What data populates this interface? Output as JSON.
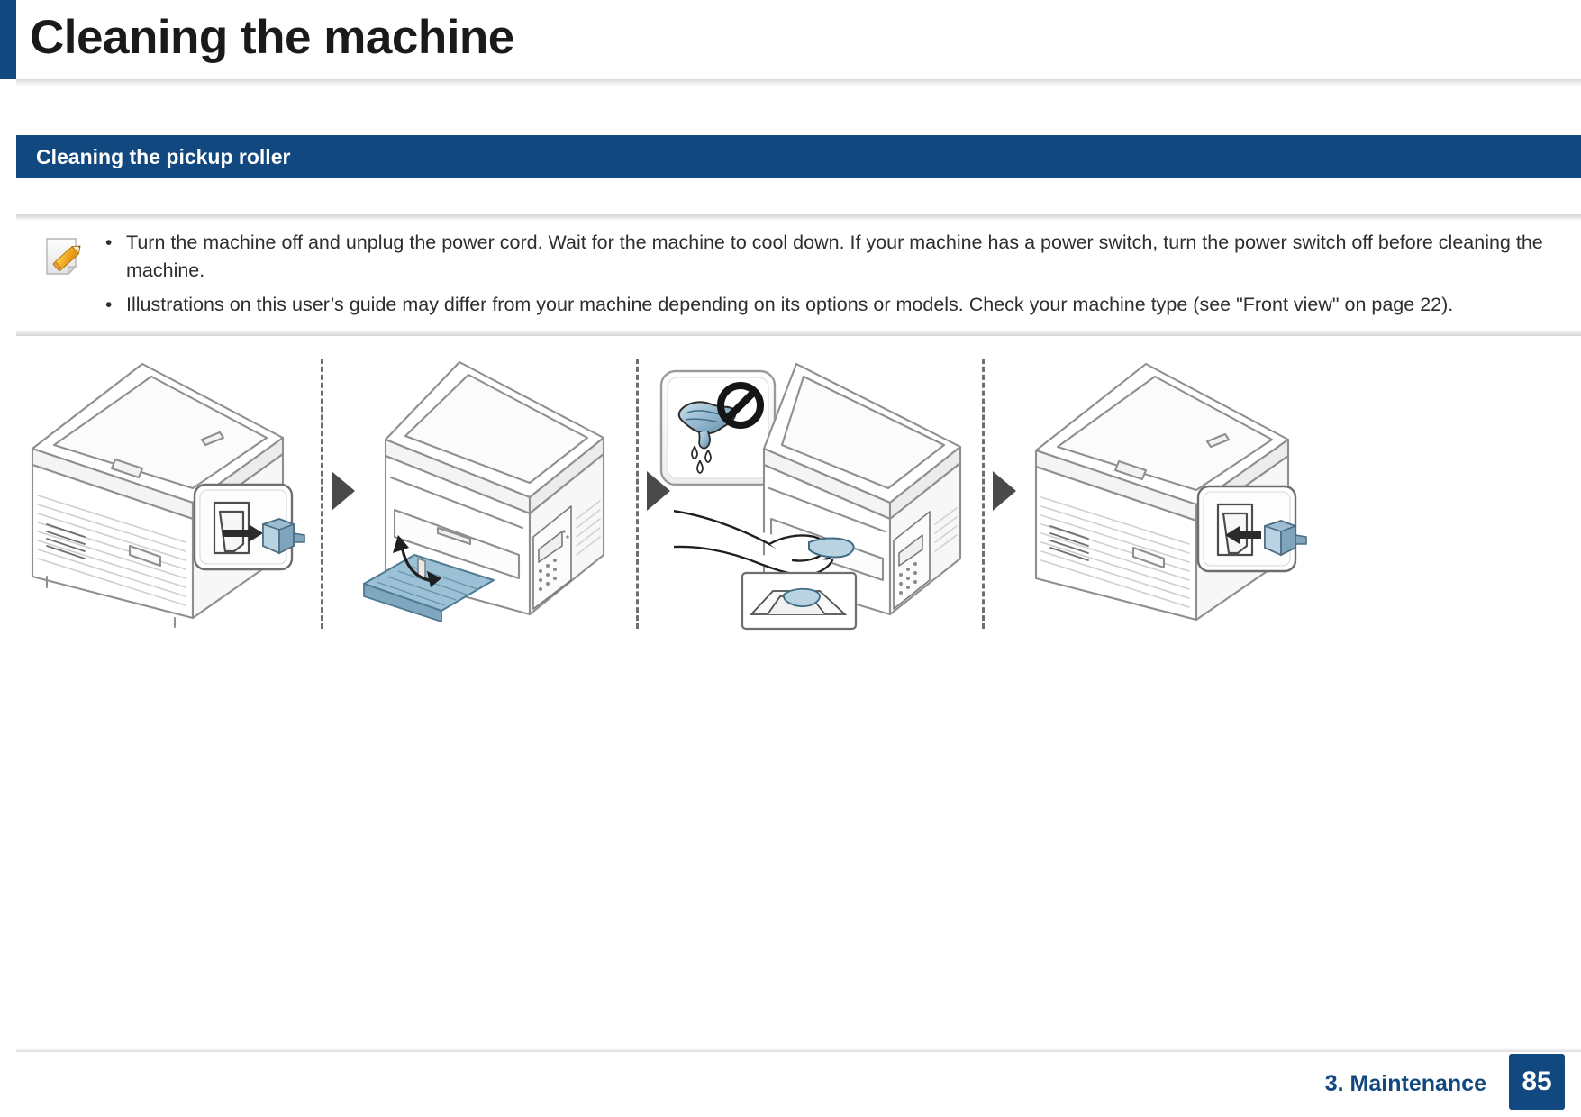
{
  "document": {
    "page_title": "Cleaning the machine",
    "section_heading": "Cleaning the pickup roller"
  },
  "note": {
    "icon": "note-pencil-icon",
    "items": [
      "Turn the machine off and unplug the power cord. Wait for the machine to cool down. If your machine has a power switch, turn the power switch off before cleaning the machine.",
      "Illustrations on this user’s guide may differ from your machine depending on its options or models. Check your machine type (see \"Front view\" on page 22)."
    ],
    "bullet_glyph": "•"
  },
  "illustration": {
    "steps": [
      {
        "index": "1",
        "name": "unplug-power-cord",
        "callout": "power-socket-unplug-detail"
      },
      {
        "index": "2",
        "name": "open-paper-tray",
        "callout": ""
      },
      {
        "index": "3",
        "name": "wipe-pickup-roller",
        "callout": "no-wet-cloth-warning"
      },
      {
        "index": "4",
        "name": "plug-power-cord-back",
        "callout": "power-socket-plug-detail"
      }
    ],
    "warning_icon": {
      "name": "no-wet-cloth-icon",
      "prohibition_glyph": "⊘",
      "drops": 3
    },
    "arrow_glyph": "▶"
  },
  "footer": {
    "chapter": "3.  Maintenance",
    "page_number": "85"
  },
  "colors": {
    "brand_blue": "#11487f",
    "title_black": "#1a1a1a",
    "body_gray": "#2e2e2e",
    "arrow_gray": "#4a4a4a",
    "illus_line": "#8a8a8a",
    "illus_blue": "#8fb6cd"
  }
}
